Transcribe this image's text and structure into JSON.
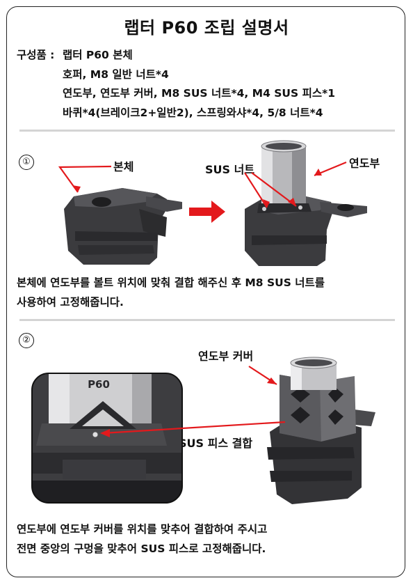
{
  "title": "랩터 P60 조립 설명서",
  "parts": {
    "label": "구성품 :",
    "lines": [
      "랩터 P60 본체",
      "호퍼, M8 일반 너트*4",
      "연도부, 연도부 커버, M8 SUS 너트*4, M4 SUS 피스*1",
      "바퀴*4(브레이크2+일반2), 스프링와샤*4, 5/8 너트*4"
    ]
  },
  "step1": {
    "number": "①",
    "label_body": "본체",
    "label_nut": "SUS 너트",
    "label_flue": "연도부",
    "desc_lines": [
      "본체에 연도부를 볼트 위치에 맞춰 결합 해주신 후 M8 SUS 너트를",
      "사용하여 고정해줍니다."
    ]
  },
  "step2": {
    "number": "②",
    "label_cover": "연도부 커버",
    "label_screw": "SUS 피스 결합",
    "inset_text": "P60",
    "desc_lines": [
      "연도부에 연도부 커버를 위치를 맞추어 결합하여 주시고",
      "전면 중앙의 구멍을 맞추어 SUS 피스로 고정해줍니다."
    ]
  },
  "colors": {
    "arrow_red": "#e3191c",
    "divider": "#d4d4d4",
    "metal_dark": "#3a3a3d",
    "steel": "#b8b8bb"
  }
}
